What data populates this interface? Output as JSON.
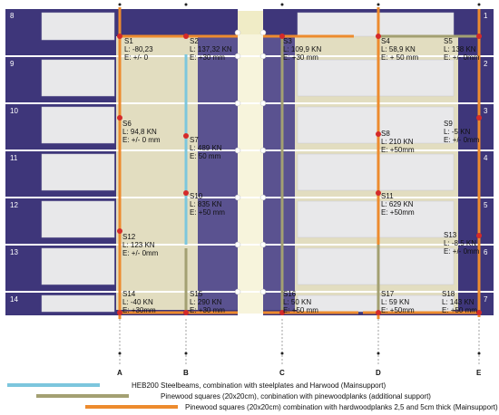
{
  "colors": {
    "panel": "#3e367a",
    "room_fill": "#f0ecc6",
    "cell_fill": "#e8e8ea",
    "row_line": "#ffffff",
    "steel": "#7cc6dd",
    "pinewood": "#a3a072",
    "pinewood_hardwood": "#ed8b2e",
    "marker": "#d42a2a",
    "text": "#111111"
  },
  "left_rows": [
    "8",
    "9",
    "10",
    "11",
    "12",
    "13",
    "14"
  ],
  "right_rows": [
    "1",
    "2",
    "3",
    "4",
    "5",
    "6",
    "7"
  ],
  "axes": [
    "A",
    "B",
    "C",
    "D",
    "E"
  ],
  "supports": [
    {
      "id": "S1",
      "l": "L: -80,23",
      "e": "E: +/- 0"
    },
    {
      "id": "S2",
      "l": "L: 137,32 KN",
      "e": "E: +30 mm"
    },
    {
      "id": "S3",
      "l": "L: 109,9 KN",
      "e": "E: +30 mm"
    },
    {
      "id": "S4",
      "l": "L: 58,9 KN",
      "e": "E: + 50 mm"
    },
    {
      "id": "S5",
      "l": "L: 138 KN",
      "e": "E: +/- 0mm"
    },
    {
      "id": "S6",
      "l": "L: 94,8 KN",
      "e": "E: +/- 0 mm"
    },
    {
      "id": "S7",
      "l": "L: 489 KN",
      "e": "E: 50 mm"
    },
    {
      "id": "S8",
      "l": "L: 210 KN",
      "e": "E: +50mm"
    },
    {
      "id": "S9",
      "l": "L: -5 KN",
      "e": "E: +/- 0mm"
    },
    {
      "id": "S10",
      "l": "L: 835 KN",
      "e": "E: +50 mm"
    },
    {
      "id": "S11",
      "l": "L: 629 KN",
      "e": "E: +50mm"
    },
    {
      "id": "S12",
      "l": "L: 123 KN",
      "e": "E: +/- 0mm"
    },
    {
      "id": "S13",
      "l": "L: -8,5 KN",
      "e": "E: +/- 0mm"
    },
    {
      "id": "S14",
      "l": "L: -40 KN",
      "e": "E: +30mm"
    },
    {
      "id": "S15",
      "l": "L: 290 KN",
      "e": "E: +30 mm"
    },
    {
      "id": "S16",
      "l": "L: 50 KN",
      "e": "E: +50 mm"
    },
    {
      "id": "S17",
      "l": "L: 59 KN",
      "e": "E: +50mm"
    },
    {
      "id": "S18",
      "l": "L: 143 KN",
      "e": "E: +50 mm"
    }
  ],
  "legend": [
    {
      "key": "steel",
      "text": "HEB200 Steelbeams, combination with steelplates and Harwood (Mainsupport)"
    },
    {
      "key": "pinewood",
      "text": "Pinewood squares (20x20cm), conbination with pinewoodplanks (additional support)"
    },
    {
      "key": "pinewood_hardwood",
      "text": "Pinewood squares (20x20cm) combination with hardwoodplanks 2,5 and 5cm thick (Mainsupport)"
    }
  ]
}
